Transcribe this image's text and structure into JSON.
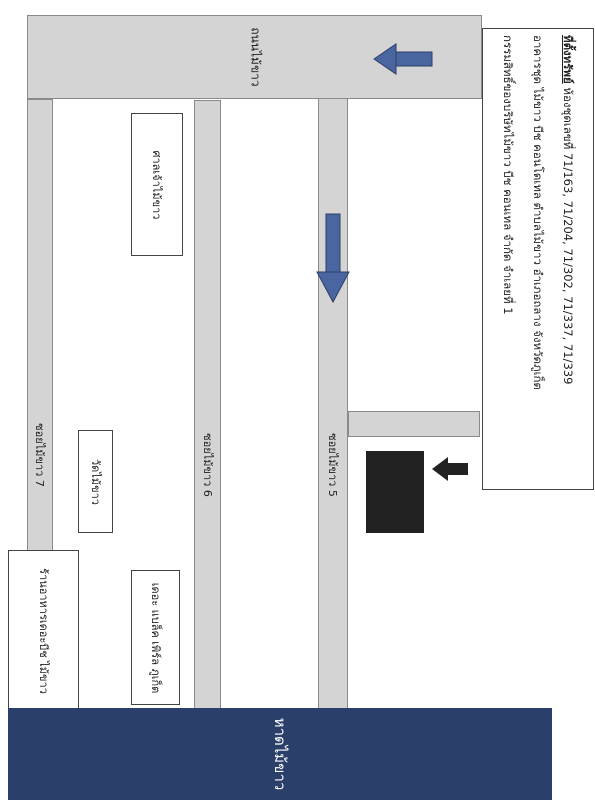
{
  "map": {
    "main_road_label": "ถนนไม้ขาว",
    "soi_labels": {
      "soi7": "ซอยไม้ขาว 7",
      "soi6": "ซอยไม้ขาว 6",
      "soi5": "ซอยไม้ขาว 5"
    },
    "landmarks": {
      "restaurant": "ร้านอาหารเดอะบีช ไม้ขาว",
      "temple": "วัดไม้ขาว",
      "hotel": "เดอะ แบล็ค เพิร์ล ภูเก็ต",
      "shrine": "ศาลเจ้าไม้ขาว"
    },
    "beach_label": "หาดไม้ขาว",
    "info": {
      "title": "ที่ตั้งทรัพย์",
      "line1": "ห้องชุดเลขที่ 71/163, 71/204, 71/302, 71/337, 71/339",
      "line2": "อาคารชุด ไม้ขาว บีช คอนโดเทล ตำบลไม้ขาว อำเภอถลาง จังหวัดภูเก็ต",
      "line3": "กรรมสิทธิ์ของบริษัทไม้ขาว บีช คอนเทล จำกัด จำเลยที่ 1"
    }
  },
  "colors": {
    "road_fill": "#d4d4d4",
    "road_border": "#8a8a8a",
    "arrow_blue": "#4a66a0",
    "beach_blue": "#2b3f6b",
    "property_black": "#222222"
  }
}
